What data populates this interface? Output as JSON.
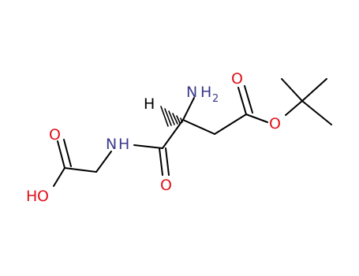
{
  "molecule": {
    "atom_labels": {
      "nh2_n": "N",
      "nh2_h": "H",
      "nh2_sub": "2",
      "chiral_h": "H",
      "amide_nh_n": "N",
      "amide_nh_h": "H",
      "amide_o": "O",
      "ester_carbonyl_o": "O",
      "ester_o": "O",
      "acid_carbonyl_o": "O",
      "acid_oh_h": "H",
      "acid_oh_o": "O"
    },
    "colors": {
      "carbon_bond": "#000000",
      "nitrogen": "#3a3a8c",
      "oxygen": "#e0111b"
    }
  }
}
